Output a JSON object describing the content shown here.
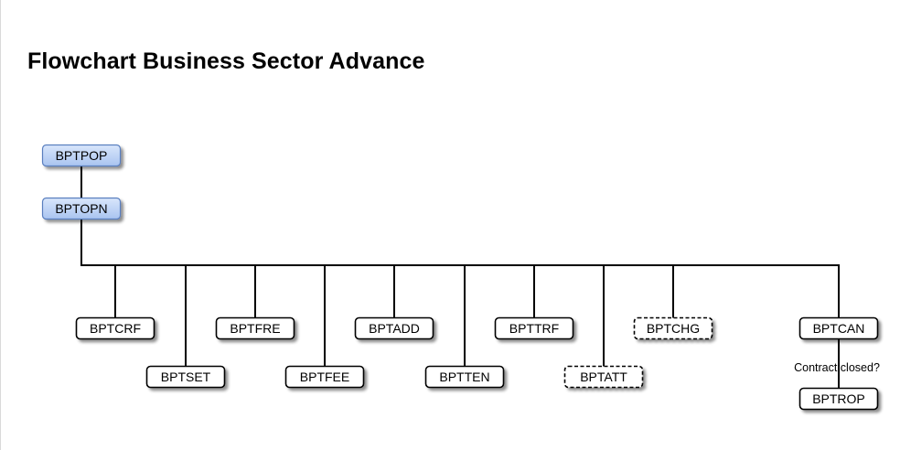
{
  "title": "Flowchart Business Sector Advance",
  "colors": {
    "start_fill_top": "#d9e6fb",
    "start_fill_bottom": "#a9c4f0",
    "start_stroke": "#5a7fbf",
    "node_fill": "#ffffff",
    "node_stroke": "#000000",
    "line": "#000000"
  },
  "nodes": {
    "bptpop": {
      "label": "BPTPOP",
      "style": "start"
    },
    "bptopn": {
      "label": "BPTOPN",
      "style": "start"
    },
    "bptcrf": {
      "label": "BPTCRF",
      "style": "solid"
    },
    "bptset": {
      "label": "BPTSET",
      "style": "solid"
    },
    "bptfre": {
      "label": "BPTFRE",
      "style": "solid"
    },
    "bptfee": {
      "label": "BPTFEE",
      "style": "solid"
    },
    "bptadd": {
      "label": "BPTADD",
      "style": "solid"
    },
    "bptten": {
      "label": "BPTTEN",
      "style": "solid"
    },
    "bpttrf": {
      "label": "BPTTRF",
      "style": "solid"
    },
    "bptatt": {
      "label": "BPTATT",
      "style": "dashed"
    },
    "bptchg": {
      "label": "BPTCHG",
      "style": "dashed"
    },
    "bptcan": {
      "label": "BPTCAN",
      "style": "solid"
    },
    "bptrop": {
      "label": "BPTROP",
      "style": "solid"
    }
  },
  "edges": [
    {
      "from": "bptpop",
      "to": "bptopn"
    },
    {
      "from": "bptopn",
      "to": "bptcrf"
    },
    {
      "from": "bptopn",
      "to": "bptset"
    },
    {
      "from": "bptopn",
      "to": "bptfre"
    },
    {
      "from": "bptopn",
      "to": "bptfee"
    },
    {
      "from": "bptopn",
      "to": "bptadd"
    },
    {
      "from": "bptopn",
      "to": "bptten"
    },
    {
      "from": "bptopn",
      "to": "bpttrf"
    },
    {
      "from": "bptopn",
      "to": "bptatt"
    },
    {
      "from": "bptopn",
      "to": "bptchg"
    },
    {
      "from": "bptopn",
      "to": "bptcan"
    },
    {
      "from": "bptcan",
      "to": "bptrop",
      "label": "Contract closed?"
    }
  ]
}
